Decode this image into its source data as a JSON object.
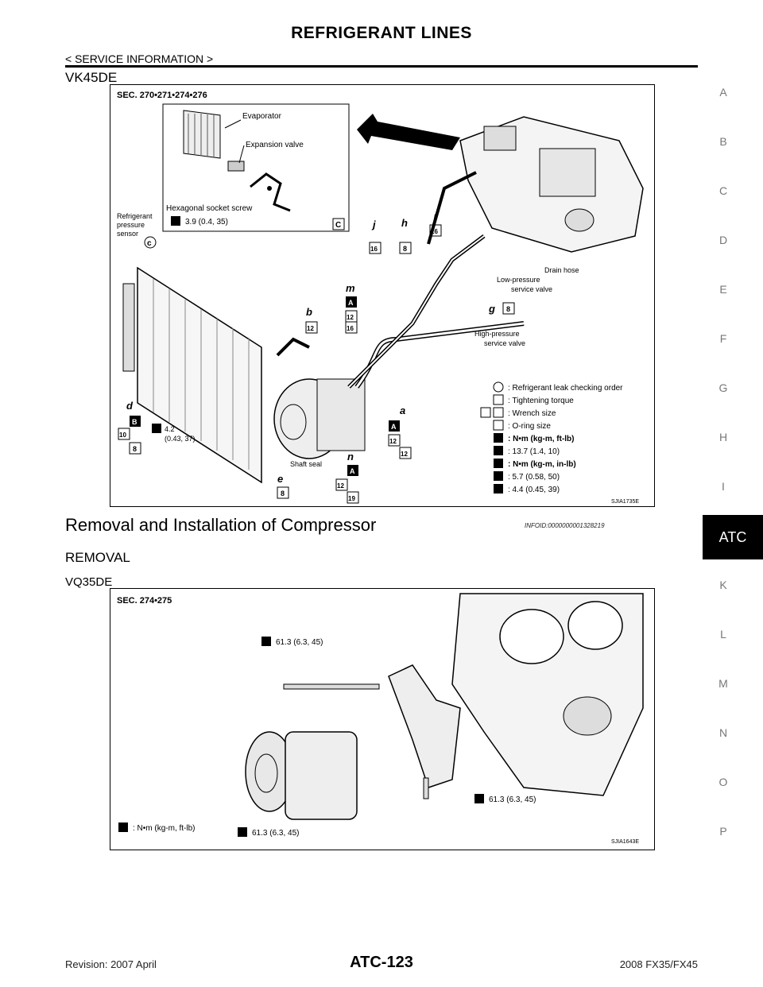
{
  "header": {
    "title": "REFRIGERANT LINES",
    "breadcrumb": "< SERVICE INFORMATION >"
  },
  "section1": {
    "heading": "VK45DE"
  },
  "figure1": {
    "sec": "SEC. 270•271•274•276",
    "inset_labels": {
      "evaporator": "Evaporator",
      "expansion_valve": "Expansion valve",
      "hex_screw": "Hexagonal socket screw",
      "hex_torque": "3.9 (0.4, 35)"
    },
    "refrigerant_sensor": [
      "Refrigerant",
      "pressure",
      "sensor"
    ],
    "labels": {
      "drain_hose": "Drain hose",
      "low_pressure": [
        "Low-pressure",
        "service valve"
      ],
      "high_pressure": [
        "High-pressure",
        "service valve"
      ],
      "shaft_seal": "Shaft seal",
      "torque_left": [
        "4.2",
        "(0.43, 37)"
      ]
    },
    "legend": [
      ": Refrigerant leak checking order",
      ": Tightening torque",
      ": Wrench size",
      ": O-ring size",
      ": N•m (kg-m, ft-lb)",
      ": 13.7 (1.4, 10)",
      ": N•m (kg-m, in-lb)",
      ": 5.7 (0.58, 50)",
      ": 4.4 (0.45, 39)"
    ],
    "code": "SJIA1735E"
  },
  "section2": {
    "title": "Removal and Installation of Compressor",
    "infoid": "INFOID:0000000001328219",
    "removal": "REMOVAL",
    "engine": "VQ35DE"
  },
  "figure2": {
    "sec": "SEC. 274•275",
    "torque_top": "61.3 (6.3, 45)",
    "torque_right": "61.3 (6.3, 45)",
    "torque_bottom": "61.3 (6.3, 45)",
    "legend": ": N•m (kg-m, ft-lb)",
    "code": "SJIA1643E"
  },
  "side_index": {
    "letters": [
      "A",
      "B",
      "C",
      "D",
      "E",
      "F",
      "G",
      "H",
      "I",
      "ATC",
      "K",
      "L",
      "M",
      "N",
      "O",
      "P"
    ],
    "active": "ATC"
  },
  "footer": {
    "revision": "Revision: 2007 April",
    "page": "ATC-123",
    "model": "2008 FX35/FX45"
  }
}
